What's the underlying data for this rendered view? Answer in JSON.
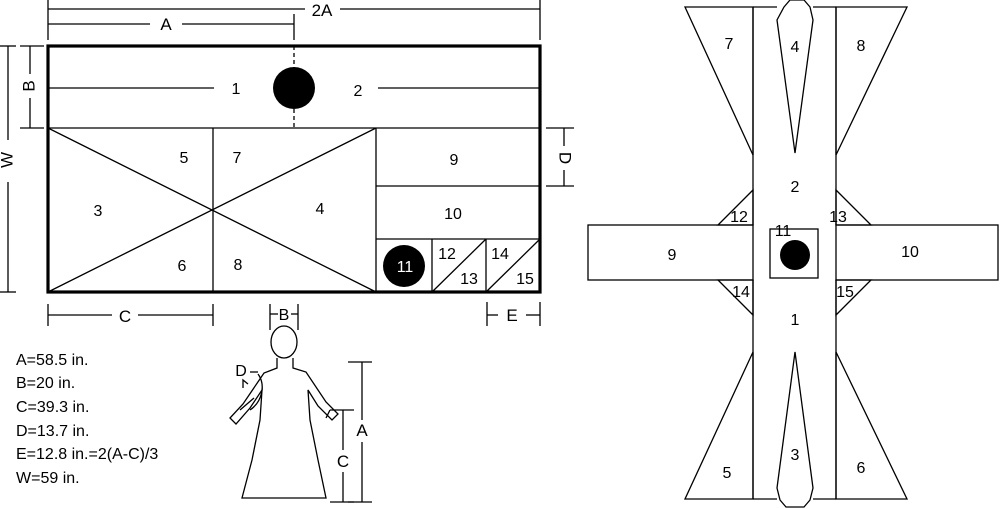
{
  "dimension_labels": {
    "a": "A",
    "two_a": "2A",
    "b": "B",
    "w": "W",
    "c": "C",
    "d": "D",
    "e": "E"
  },
  "piece_labels": {
    "p1": "1",
    "p2": "2",
    "p3": "3",
    "p4": "4",
    "p5": "5",
    "p6": "6",
    "p7": "7",
    "p8": "8",
    "p9": "9",
    "p10": "10",
    "p11": "11",
    "p12": "12",
    "p13": "13",
    "p14": "14",
    "p15": "15"
  },
  "measurements": [
    "A=58.5 in.",
    "B=20 in.",
    "C=39.3 in.",
    "D=13.7 in.",
    "E=12.8 in.=2(A-C)/3",
    "W=59 in."
  ],
  "figure_labels": {
    "b": "B",
    "d": "D",
    "a": "A",
    "c": "C"
  },
  "assembly_labels": {
    "p1": "1",
    "p2": "2",
    "p3": "3",
    "p4": "4",
    "p5": "5",
    "p6": "6",
    "p7": "7",
    "p8": "8",
    "p9": "9",
    "p10": "10",
    "p11": "11",
    "p12": "12",
    "p13": "13",
    "p14": "14",
    "p15": "15"
  }
}
